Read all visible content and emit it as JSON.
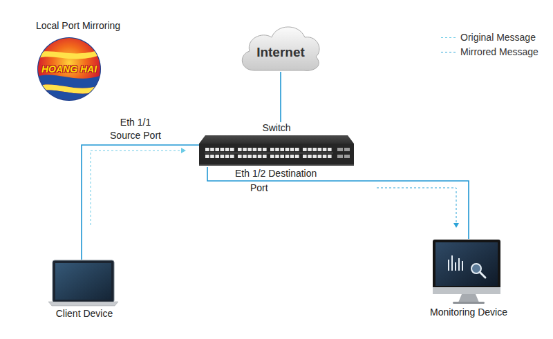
{
  "diagram": {
    "title": "Local Port Mirroring",
    "nodes": [
      {
        "text": [
          "Internet"
        ]
      },
      {
        "text": [
          "Switch"
        ]
      },
      {
        "text": [
          "Client Device"
        ]
      },
      {
        "text": [
          "Monitoring Device"
        ]
      }
    ],
    "edges": [
      {
        "from": 0,
        "to": 1,
        "arrow": "none"
      },
      {
        "from": 2,
        "to": 1,
        "label": "Eth 1/1 Source Port",
        "arrow": "none"
      },
      {
        "from": 1,
        "to": 3,
        "label": "Eth 1/2 Destination Port",
        "arrow": "none"
      }
    ],
    "labels": [
      "HOANG HAI"
    ],
    "legend": [
      {
        "text": "Original Message"
      },
      {
        "text": "Mirrored Message"
      }
    ]
  }
}
